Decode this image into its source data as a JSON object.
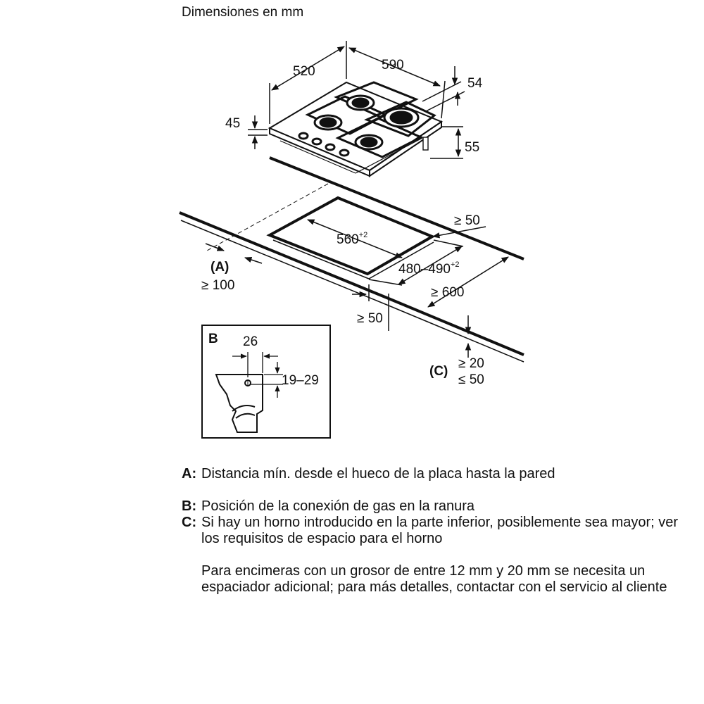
{
  "title": "Dimensiones en mm",
  "dims": {
    "width": "590",
    "depth": "520",
    "d54": "54",
    "d45": "45",
    "d55": "55",
    "cutout_w": "560",
    "cutout_w_tol": "+2",
    "cutout_d": "480–490",
    "cutout_d_tol": "+2",
    "back_min": "≥ 50",
    "front_min": "≥ 50",
    "depth_min": "≥ 600",
    "wall_min": "≥ 100",
    "a_label": "(A)",
    "c_label": "(C)",
    "c_min": "≥ 20",
    "c_max": "≤ 50"
  },
  "detail_b": {
    "label": "B",
    "d26": "26",
    "d19_29": "19–29"
  },
  "notes": {
    "a_key": "A:",
    "a_text": "Distancia mín. desde el hueco de la placa hasta la pared",
    "b_key": "B:",
    "b_text": "Posición de la conexión de gas en la ranura",
    "c_key": "C:",
    "c_text": "Si hay un horno introducido en la parte inferior, posiblemente sea mayor; ver los requisitos de espacio para el horno",
    "extra": "Para encimeras con un grosor de entre 12 mm y 20 mm se necesita un espaciador adicional; para más detalles, contactar con el servicio al cliente"
  }
}
